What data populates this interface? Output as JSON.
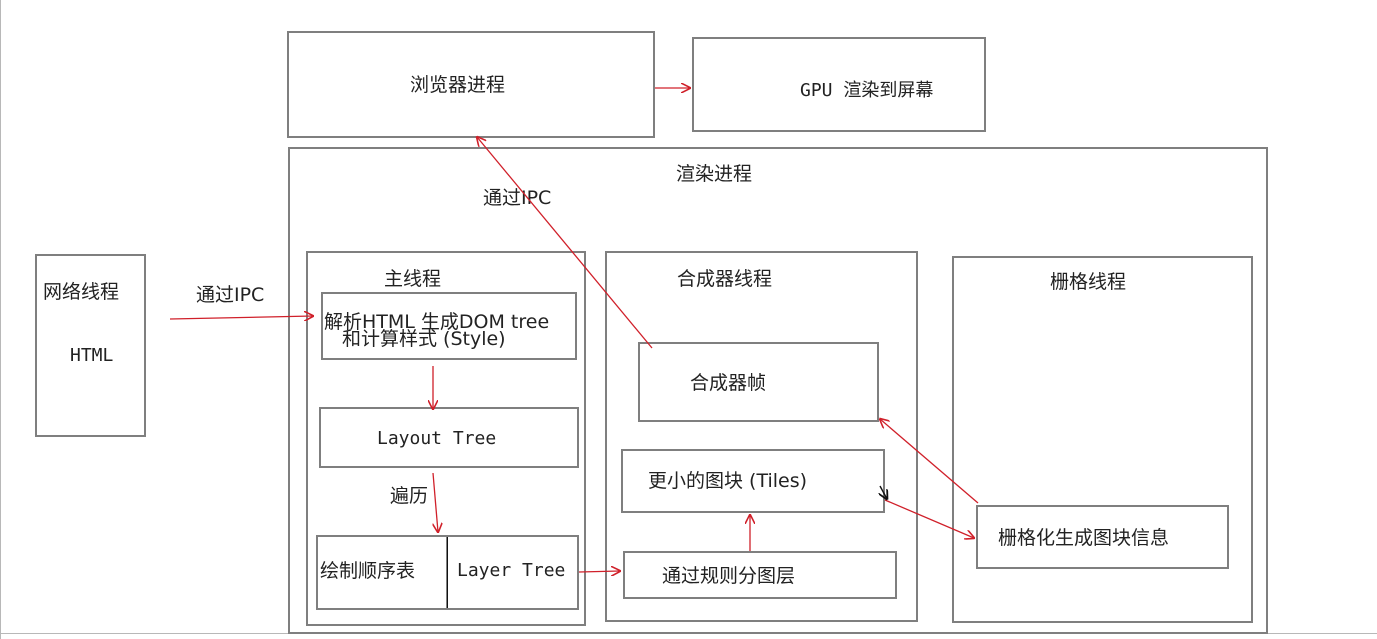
{
  "colors": {
    "arrow": "#d0202a",
    "arrow_dark": "#111111",
    "border": "#7f7f7f"
  },
  "nodes": {
    "browser_process": "浏览器进程",
    "gpu_render": "GPU 渲染到屏幕",
    "render_process": "渲染进程",
    "network_thread": "网络线程",
    "html": "HTML",
    "main_thread": "主线程",
    "parse_html_line1": "解析HTML 生成DOM tree",
    "parse_html_line2": "和计算样式 (Style)",
    "layout_tree": "Layout Tree",
    "traverse": "遍历",
    "paint_order": "绘制顺序表",
    "layer_tree": "Layer Tree",
    "compositor_thread": "合成器线程",
    "compositor_frame": "合成器帧",
    "tiles": "更小的图块 (Tiles)",
    "layer_by_rules": "通过规则分图层",
    "raster_thread": "栅格线程",
    "raster_info": "栅格化生成图块信息"
  },
  "edges": {
    "ipc_network": "通过IPC",
    "ipc_browser": "通过IPC"
  }
}
